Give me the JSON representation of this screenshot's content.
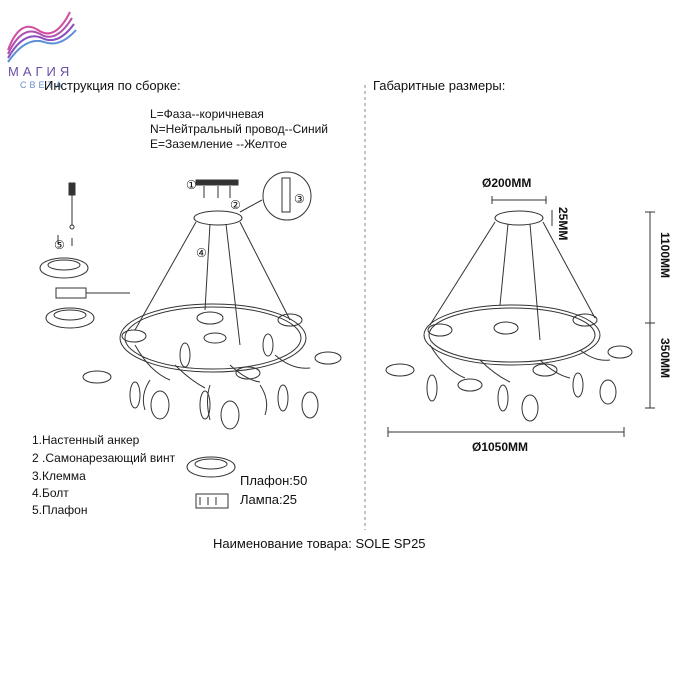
{
  "logo": {
    "brand": "МАГИЯ",
    "sub": "СВЕТА"
  },
  "left": {
    "heading": "Инструкция по сборке:",
    "wiring": [
      "L=Фаза--коричневая",
      "N=Нейтральный провод--Синий",
      "E=Заземление --Желтое"
    ],
    "parts": [
      "1.Настенный анкер",
      "2 .Самонарезающий винт",
      "3.Клемма",
      "4.Болт",
      "5.Плафон"
    ],
    "plafon_count": "Плафон:50",
    "lamp_count": "Лампа:25",
    "callout_numbers": [
      "①",
      "②",
      "③",
      "④",
      "⑤"
    ]
  },
  "right": {
    "heading": "Габаритные размеры:",
    "dim_canopy": "Ø200MM",
    "dim_canopy_height": "25MM",
    "dim_cable": "1100MM",
    "dim_body_height": "350MM",
    "dim_diameter": "Ø1050MM"
  },
  "product_name": "Наименование товара: SOLE SP25",
  "colors": {
    "line": "#333333",
    "logo_purple": "#6a4fa8",
    "logo_pink": "#d14fa0",
    "logo_blue": "#5a8fd8"
  }
}
